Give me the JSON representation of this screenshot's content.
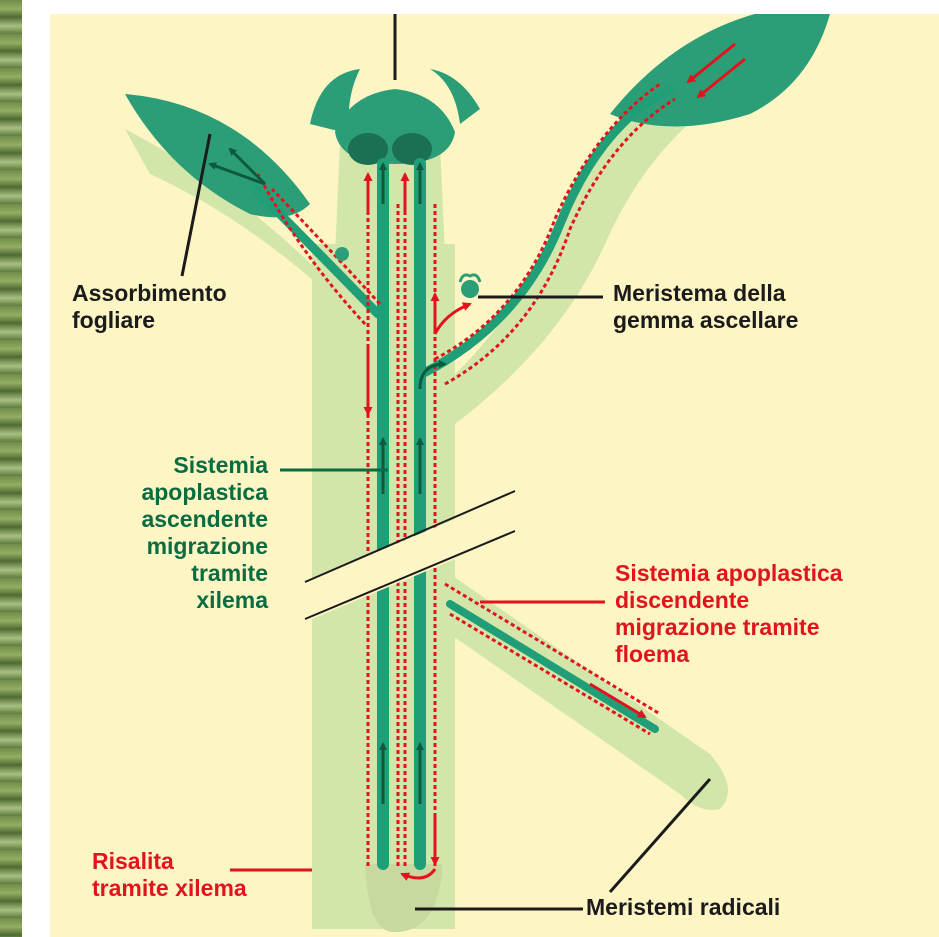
{
  "labels": {
    "foliar_absorption": "Assorbimento\nfogliare",
    "axillary_bud_meristem": "Meristema della\ngemma ascellare",
    "ascending_system": "Sistemia\napoplastica\nascendente\nmigrazione\ntramite\nxilema",
    "descending_system": "Sistemia apoplastica\ndiscendente\nmigrazione tramite\nfloema",
    "rise_via_xylem": "Risalita\ntramite xilema",
    "root_meristems": "Meristemi radicali"
  },
  "colors": {
    "background": "#fdf5c4",
    "plant_fill": "#d3e6a9",
    "vascular_green": "#1f9e78",
    "xylem_arrow": "#0d5a3c",
    "phloem_red": "#e1141e",
    "label_dark": "#1b1b1b",
    "label_green": "#0b6b41"
  }
}
